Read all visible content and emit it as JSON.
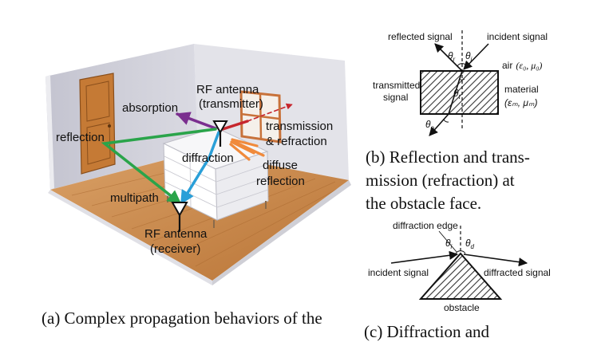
{
  "room": {
    "labels": {
      "rf_tx_line1": "RF antenna",
      "rf_tx_line2": "(transmitter)",
      "absorption": "absorption",
      "reflection": "reflection",
      "transmission_line1": "transmission",
      "transmission_line2": "& refraction",
      "diffraction": "diffraction",
      "diffuse_line1": "diffuse",
      "diffuse_line2": "reflection",
      "multipath": "multipath",
      "rf_rx_line1": "RF antenna",
      "rf_rx_line2": "(receiver)"
    },
    "colors": {
      "absorption": "#7b2f8f",
      "reflection": "#2aa44a",
      "transmission": "#c6262e",
      "diffuse": "#f08a3c",
      "diffraction": "#2a9fd8",
      "floor": "#c98a4e",
      "wall_left": "#c9c9d4",
      "wall_back": "#e4e4ea",
      "door": "#c57a35",
      "window": "#c8723a"
    }
  },
  "panel_b": {
    "labels": {
      "reflected_signal": "reflected signal",
      "incident_signal": "incident signal",
      "theta_r": "θ",
      "theta_r_sub": "r",
      "theta_i": "θ",
      "theta_i_sub": "i",
      "air": "air",
      "air_params": "(ε₀, μ₀)",
      "transmitted_line1": "transmitted",
      "transmitted_line2": "signal",
      "material": "material",
      "material_params": "(εₘ, μₘ)",
      "theta_t": "θ",
      "theta_t_sub": "t",
      "theta_o": "θ",
      "theta_o_sub": "o"
    },
    "caption_lines": [
      "(b) Reflection and trans-",
      "mission (refraction) at",
      "the obstacle face."
    ]
  },
  "panel_c": {
    "labels": {
      "diffraction_edge": "diffraction edge",
      "theta_i": "θ",
      "theta_i_sub": "i",
      "theta_d": "θ",
      "theta_d_sub": "d",
      "incident_signal": "incident signal",
      "diffracted_signal": "diffracted signal",
      "obstacle": "obstacle"
    },
    "caption": "(c)  Diffraction and"
  },
  "caption_a": "(a) Complex propagation behaviors of the"
}
